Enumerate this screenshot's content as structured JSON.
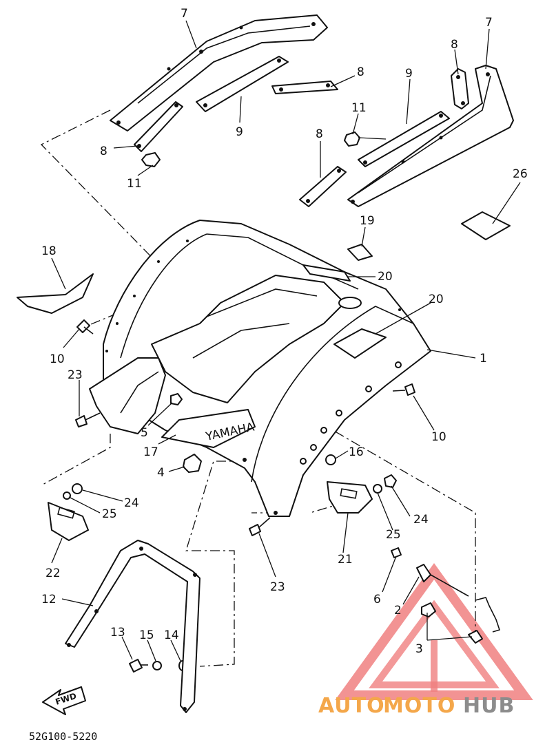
{
  "diagram_code": "52G100-5220",
  "fwd_label": "FWD",
  "watermark": {
    "part1": "AUTO",
    "part2": "MOTO",
    "part3": "HUB",
    "color_main": "#f4a74a",
    "color_hub": "#8c8c8c",
    "logo_color": "#e84545"
  },
  "callouts": [
    "7",
    "7",
    "8",
    "8",
    "8",
    "8",
    "9",
    "9",
    "11",
    "11",
    "26",
    "19",
    "20",
    "20",
    "18",
    "1",
    "10",
    "10",
    "23",
    "23",
    "5",
    "17",
    "4",
    "16",
    "24",
    "24",
    "25",
    "25",
    "22",
    "21",
    "6",
    "2",
    "3",
    "12",
    "13",
    "15",
    "14"
  ]
}
